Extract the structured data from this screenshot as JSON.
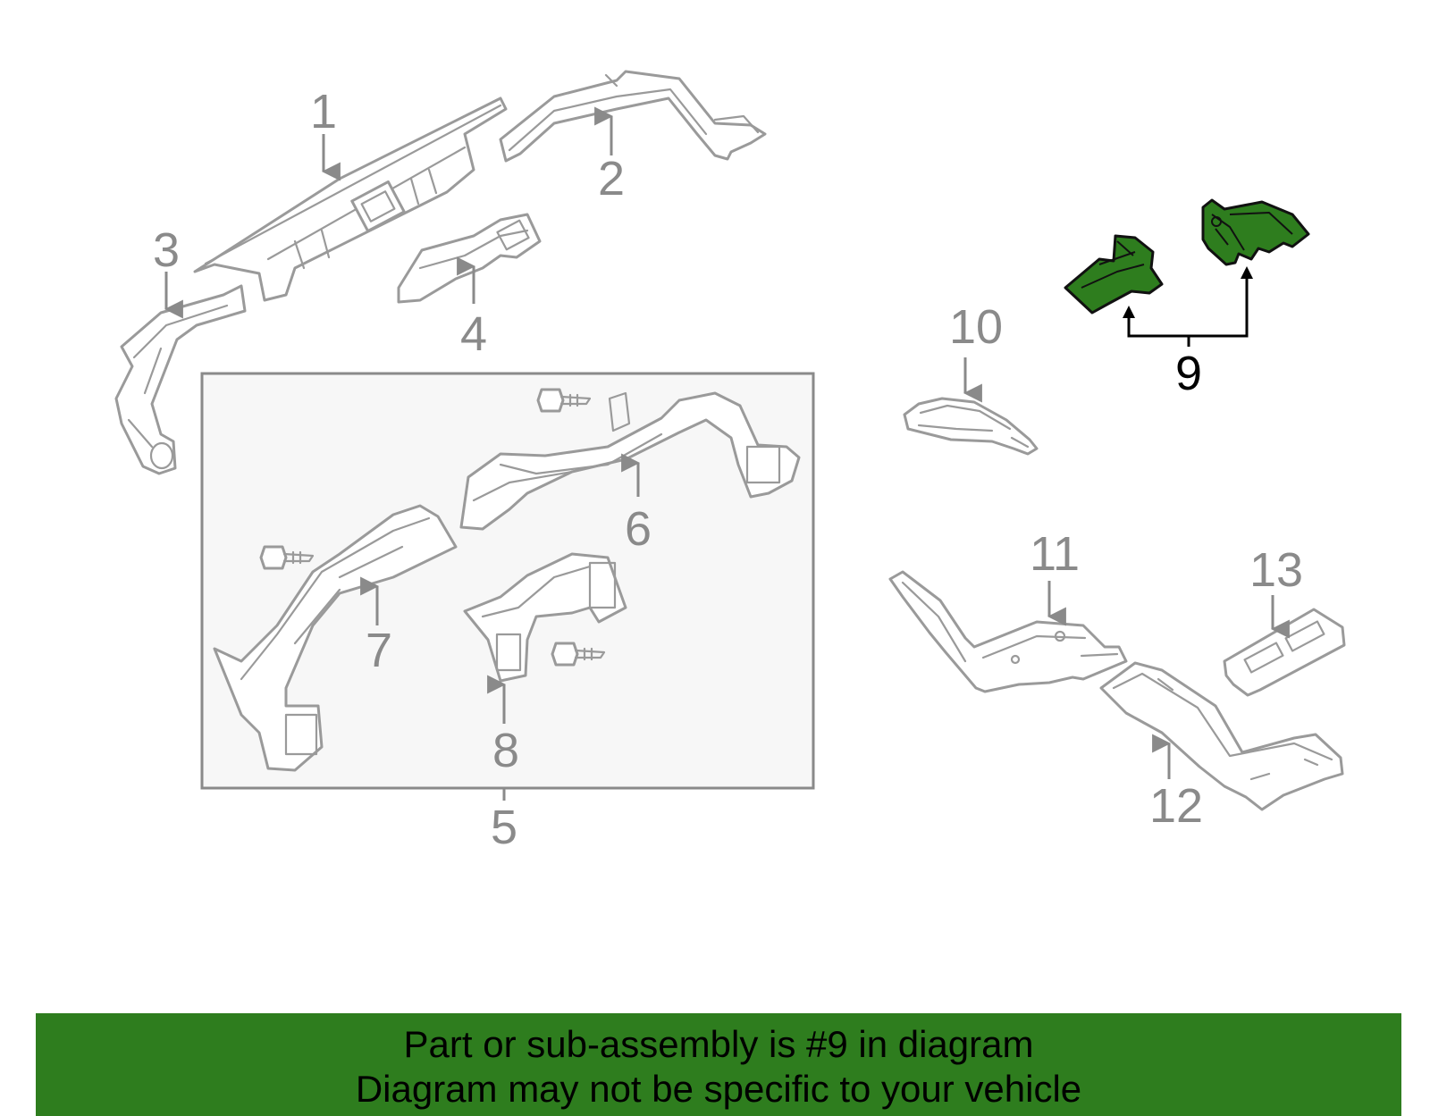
{
  "diagram": {
    "highlighted_part": "9",
    "highlight_color": "#2e7d1e",
    "callouts": {
      "c1": "1",
      "c2": "2",
      "c3": "3",
      "c4": "4",
      "c5": "5",
      "c6": "6",
      "c7": "7",
      "c8": "8",
      "c9": "9",
      "c10": "10",
      "c11": "11",
      "c12": "12",
      "c13": "13"
    }
  },
  "footer": {
    "line1": "Part or sub-assembly is #9 in diagram",
    "line2": "Diagram may not be specific to your vehicle",
    "background": "#2e7d1e"
  }
}
